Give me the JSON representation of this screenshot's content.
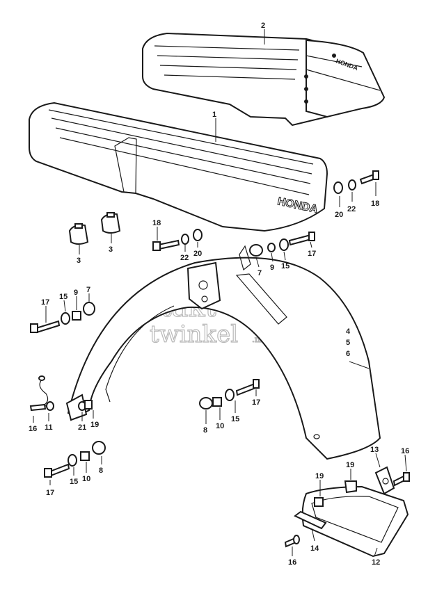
{
  "diagram": {
    "brand_text": "HONDA",
    "seat_rear_text": "HONDA",
    "watermark": {
      "line1": "4takt",
      "line2": "twinkel",
      "suffix": ".nl"
    },
    "callouts": [
      {
        "id": "c-2a",
        "text": "2"
      },
      {
        "id": "c-1a",
        "text": "1"
      },
      {
        "id": "c-20a",
        "text": "20"
      },
      {
        "id": "c-22a",
        "text": "22"
      },
      {
        "id": "c-18a",
        "text": "18"
      },
      {
        "id": "c-3a",
        "text": "3"
      },
      {
        "id": "c-3b",
        "text": "3"
      },
      {
        "id": "c-18b",
        "text": "18"
      },
      {
        "id": "c-22b",
        "text": "22"
      },
      {
        "id": "c-20b",
        "text": "20"
      },
      {
        "id": "c-7a",
        "text": "7"
      },
      {
        "id": "c-9a",
        "text": "9"
      },
      {
        "id": "c-15a",
        "text": "15"
      },
      {
        "id": "c-17a",
        "text": "17"
      },
      {
        "id": "c-17b",
        "text": "17"
      },
      {
        "id": "c-15b",
        "text": "15"
      },
      {
        "id": "c-9b",
        "text": "9"
      },
      {
        "id": "c-7b",
        "text": "7"
      },
      {
        "id": "c-4",
        "text": "4"
      },
      {
        "id": "c-5",
        "text": "5"
      },
      {
        "id": "c-6",
        "text": "6"
      },
      {
        "id": "c-16a",
        "text": "16"
      },
      {
        "id": "c-11",
        "text": "11"
      },
      {
        "id": "c-21",
        "text": "21"
      },
      {
        "id": "c-19a",
        "text": "19"
      },
      {
        "id": "c-8a",
        "text": "8"
      },
      {
        "id": "c-10a",
        "text": "10"
      },
      {
        "id": "c-15c",
        "text": "15"
      },
      {
        "id": "c-17c",
        "text": "17"
      },
      {
        "id": "c-17d",
        "text": "17"
      },
      {
        "id": "c-15d",
        "text": "15"
      },
      {
        "id": "c-10b",
        "text": "10"
      },
      {
        "id": "c-8b",
        "text": "8"
      },
      {
        "id": "c-13",
        "text": "13"
      },
      {
        "id": "c-16b",
        "text": "16"
      },
      {
        "id": "c-19b",
        "text": "19"
      },
      {
        "id": "c-19c",
        "text": "19"
      },
      {
        "id": "c-14",
        "text": "14"
      },
      {
        "id": "c-12",
        "text": "12"
      },
      {
        "id": "c-16c",
        "text": "16"
      }
    ]
  }
}
